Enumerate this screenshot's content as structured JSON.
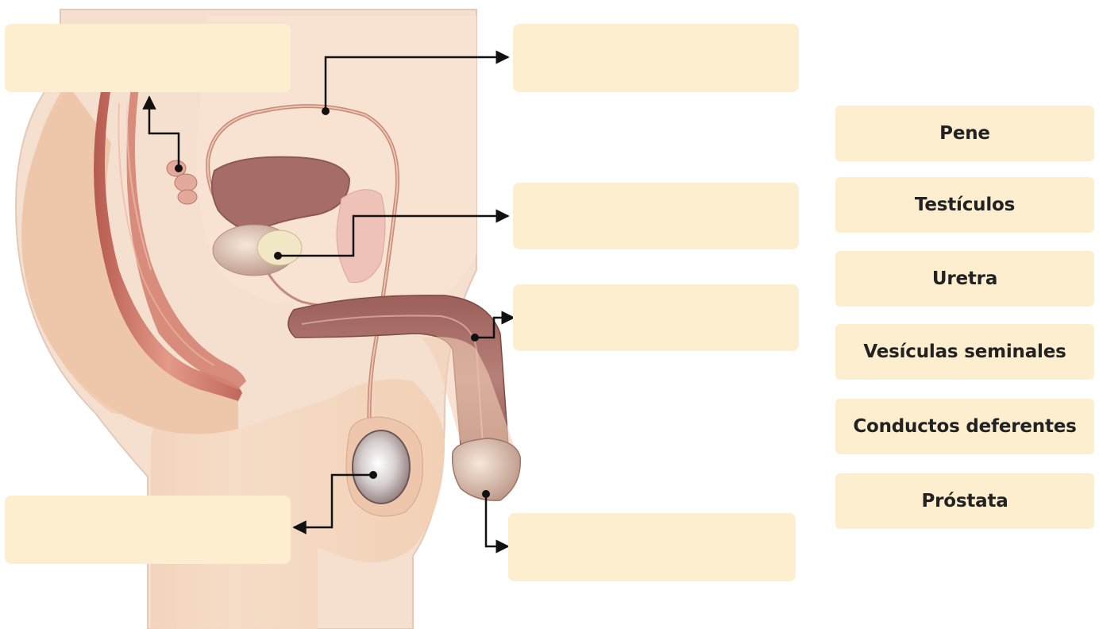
{
  "word_bank": [
    {
      "id": "pene",
      "label": "Pene"
    },
    {
      "id": "testiculos",
      "label": "Testículos"
    },
    {
      "id": "uretra",
      "label": "Uretra"
    },
    {
      "id": "vesiculas",
      "label": "Vesículas seminales"
    },
    {
      "id": "conductos",
      "label": "Conductos deferentes"
    },
    {
      "id": "prostata",
      "label": "Próstata"
    }
  ],
  "colors": {
    "answer_box": "#fdeed0",
    "skin": "#f4d7bf",
    "muscle": "#c96a5e",
    "organ": "#a36a64",
    "leader_line": "#111111"
  },
  "diagram": {
    "illustration": "male-reproductive-system-sagittal-section",
    "answer_boxes": [
      "box-top-left",
      "box-top-right",
      "box-mid-right",
      "box-upper-right-penis",
      "box-bottom-left",
      "box-bottom-right"
    ]
  }
}
